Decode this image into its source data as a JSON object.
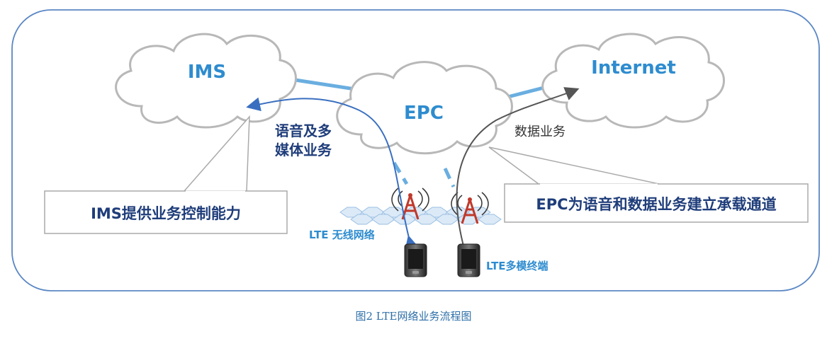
{
  "nodes": {
    "ims": "IMS",
    "epc": "EPC",
    "internet": "Internet"
  },
  "labels": {
    "voice_multimedia_line1": "语音及多",
    "voice_multimedia_line2": "媒体业务",
    "data_service": "数据业务",
    "lte_wireless": "LTE 无线网络",
    "lte_terminal": "LTE多模终端"
  },
  "callouts": {
    "ims_control": "IMS提供业务控制能力",
    "epc_bearer": "EPC为语音和数据业务建立承载通道"
  },
  "caption": "图2 LTE网络业务流程图",
  "colors": {
    "frame": "#5b87c5",
    "link": "#6aaee0",
    "voice_path": "#3a6fc0",
    "data_path": "#555555",
    "text_dark": "#1f3d7a",
    "text_blue": "#2e8ccf"
  }
}
